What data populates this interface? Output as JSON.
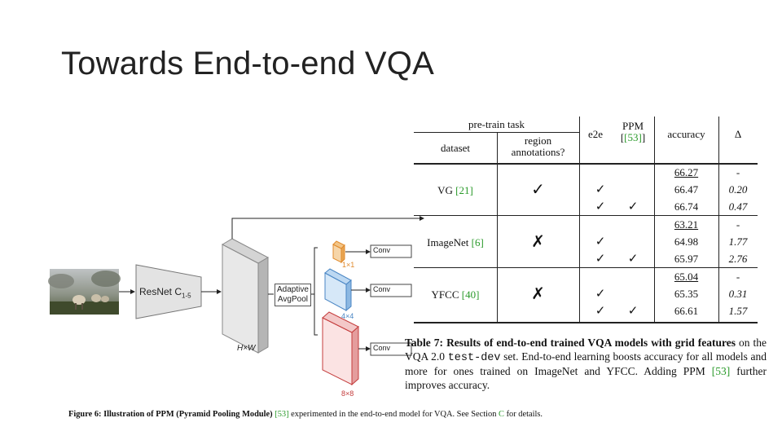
{
  "slide": {
    "title": "Towards End-to-end VQA"
  },
  "figure6": {
    "backbone_label": "ResNet C",
    "backbone_sub": "1-5",
    "feature_size": "H×W",
    "adaptive_label_1": "Adaptive",
    "adaptive_label_2": "AvgPool",
    "pool_sizes": [
      "1×1",
      "4×4",
      "8×8"
    ],
    "conv_label": "Conv",
    "caption_prefix": "Figure 6: ",
    "caption_bold": "Illustration of PPM (Pyramid Pooling Module)",
    "caption_ref": "[53]",
    "caption_mid": " experimented in the end-to-end model for VQA. See Section ",
    "caption_section": "C",
    "caption_end": " for details."
  },
  "table7": {
    "header": {
      "pretrain": "pre-train task",
      "dataset": "dataset",
      "region_1": "region",
      "region_2": "annotations?",
      "e2e": "e2e",
      "ppm": "PPM",
      "ppm_ref": "[53]",
      "accuracy": "accuracy",
      "delta": "Δ"
    },
    "groups": [
      {
        "dataset": "VG",
        "ref": "[21]",
        "region": "✓",
        "rows": [
          {
            "e2e": "",
            "ppm": "",
            "accuracy": "66.27",
            "delta": "-"
          },
          {
            "e2e": "✓",
            "ppm": "",
            "accuracy": "66.47",
            "delta": "0.20"
          },
          {
            "e2e": "✓",
            "ppm": "✓",
            "accuracy": "66.74",
            "delta": "0.47"
          }
        ]
      },
      {
        "dataset": "ImageNet",
        "ref": "[6]",
        "region": "✗",
        "rows": [
          {
            "e2e": "",
            "ppm": "",
            "accuracy": "63.21",
            "delta": "-"
          },
          {
            "e2e": "✓",
            "ppm": "",
            "accuracy": "64.98",
            "delta": "1.77"
          },
          {
            "e2e": "✓",
            "ppm": "✓",
            "accuracy": "65.97",
            "delta": "2.76"
          }
        ]
      },
      {
        "dataset": "YFCC",
        "ref": "[40]",
        "region": "✗",
        "rows": [
          {
            "e2e": "",
            "ppm": "",
            "accuracy": "65.04",
            "delta": "-"
          },
          {
            "e2e": "✓",
            "ppm": "",
            "accuracy": "65.35",
            "delta": "0.31"
          },
          {
            "e2e": "✓",
            "ppm": "✓",
            "accuracy": "66.61",
            "delta": "1.57"
          }
        ]
      }
    ],
    "caption_label": "Table 7: ",
    "caption_bold": "Results of end-to-end trained VQA models with grid features",
    "caption_a": " on the VQA 2.0 ",
    "caption_code": "test-dev",
    "caption_b": " set. End-to-end learning boosts accuracy for all models and more for ones trained on ImageNet and YFCC. Adding PPM ",
    "caption_ref": "[53]",
    "caption_c": " further improves accuracy."
  }
}
